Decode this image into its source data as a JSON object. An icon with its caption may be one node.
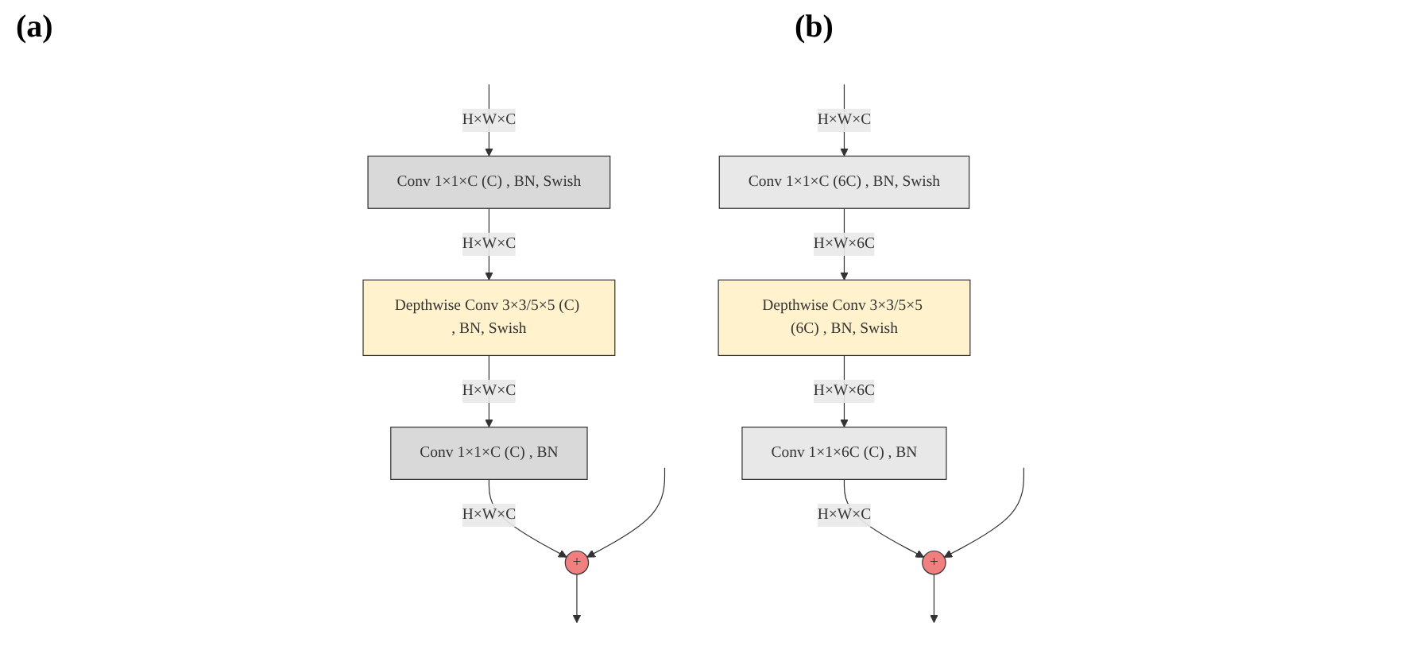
{
  "diagram": {
    "nodes": [
      {
        "text": [
          "Conv 1×1×C (C) , BN, Swish"
        ]
      },
      {
        "text": [
          "Depthwise Conv 3×3/5×5 (C) , BN, Swish"
        ]
      },
      {
        "text": [
          "Conv 1×1×C (C) , BN"
        ]
      },
      {
        "text": [
          "+"
        ]
      },
      {
        "text": [
          "Conv 1×1×C (6C) , BN, Swish"
        ]
      },
      {
        "text": [
          "Depthwise Conv 3×3/5×5 (6C) , BN, Swish"
        ]
      },
      {
        "text": [
          "Conv 1×1×6C (C) , BN"
        ]
      },
      {
        "text": [
          "+"
        ]
      }
    ],
    "edges": [
      {
        "from": null,
        "to": 0,
        "arrow": "to",
        "label": "H×W×C"
      },
      {
        "from": 0,
        "to": 1,
        "arrow": "to",
        "label": "H×W×C"
      },
      {
        "from": 1,
        "to": 2,
        "arrow": "to",
        "label": "H×W×C"
      },
      {
        "from": 2,
        "to": 3,
        "arrow": "to",
        "label": "H×W×C"
      },
      {
        "from": null,
        "to": 3,
        "arrow": "to"
      },
      {
        "from": 3,
        "to": null,
        "arrow": "to"
      },
      {
        "from": null,
        "to": 4,
        "arrow": "to",
        "label": "H×W×C"
      },
      {
        "from": 4,
        "to": 5,
        "arrow": "to",
        "label": "H×W×6C"
      },
      {
        "from": 5,
        "to": 6,
        "arrow": "to",
        "label": "H×W×6C"
      },
      {
        "from": 6,
        "to": 7,
        "arrow": "to",
        "label": "H×W×C"
      },
      {
        "from": null,
        "to": 7,
        "arrow": "to"
      },
      {
        "from": 7,
        "to": null,
        "arrow": "to"
      }
    ],
    "labels": [
      "(a)",
      "(b)"
    ]
  }
}
